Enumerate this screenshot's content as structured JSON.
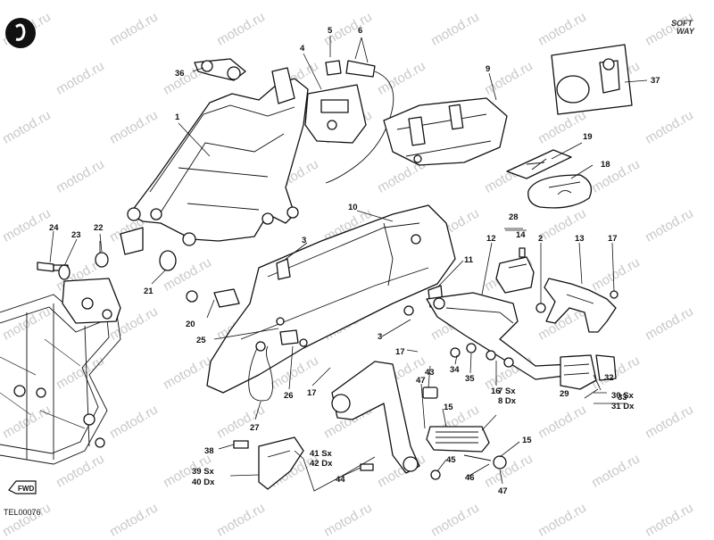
{
  "watermark": "motod.ru",
  "reference_code": "TEL00076",
  "brand": {
    "line1": "SOFT",
    "line2": "WAY"
  },
  "fwd_label": "FWD",
  "callouts": {
    "c1": "1",
    "c2": "2",
    "c3a": "3",
    "c3b": "3",
    "c4": "4",
    "c5": "5",
    "c6": "6",
    "c7": "7 Sx",
    "c8": "8 Dx",
    "c9": "9",
    "c10": "10",
    "c11": "11",
    "c12": "12",
    "c13": "13",
    "c14": "14",
    "c15a": "15",
    "c15b": "15",
    "c16": "16",
    "c17a": "17",
    "c17b": "17",
    "c17c": "17",
    "c18": "18",
    "c19": "19",
    "c20": "20",
    "c21": "21",
    "c22": "22",
    "c23": "23",
    "c24": "24",
    "c25": "25",
    "c26": "26",
    "c27": "27",
    "c28": "28",
    "c29": "29",
    "c30": "30 Sx",
    "c31": "31 Dx",
    "c32": "32",
    "c33": "33",
    "c34": "34",
    "c35": "35",
    "c36": "36",
    "c37": "37",
    "c38": "38",
    "c39": "39 Sx",
    "c40": "40 Dx",
    "c41": "41 Sx",
    "c42": "42 Dx",
    "c43": "43",
    "c44": "44",
    "c45": "45",
    "c46": "46",
    "c47a": "47",
    "c47b": "47"
  }
}
